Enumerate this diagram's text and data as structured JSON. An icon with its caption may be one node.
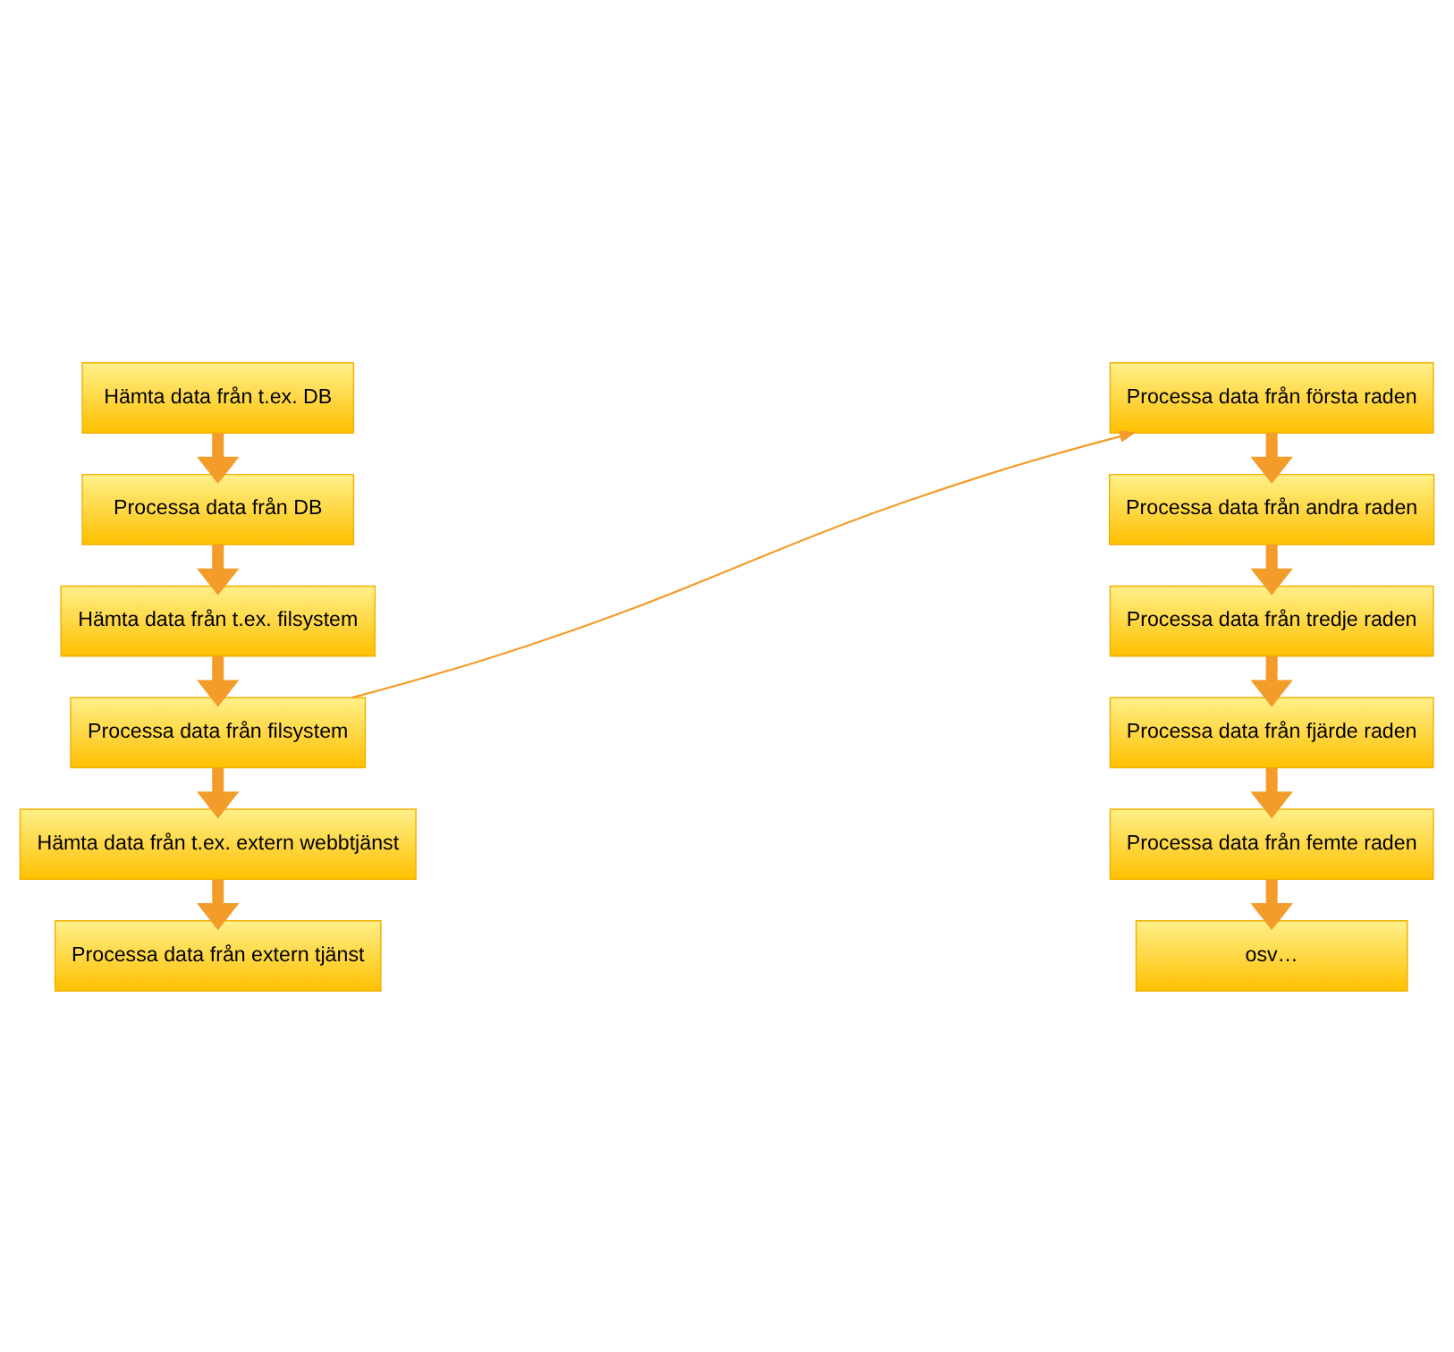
{
  "diagram": {
    "nodes": [
      {
        "text": [
          "Hämta data från t.ex. DB"
        ]
      },
      {
        "text": [
          "Processa data från DB"
        ]
      },
      {
        "text": [
          "Hämta data från t.ex. filsystem"
        ]
      },
      {
        "text": [
          "Processa data från filsystem"
        ]
      },
      {
        "text": [
          "Hämta data från t.ex. extern webbtjänst"
        ]
      },
      {
        "text": [
          "Processa data från extern tjänst"
        ]
      },
      {
        "text": [
          "Processa data från första raden"
        ]
      },
      {
        "text": [
          "Processa data från andra raden"
        ]
      },
      {
        "text": [
          "Processa data från tredje raden"
        ]
      },
      {
        "text": [
          "Processa data från fjärde raden"
        ]
      },
      {
        "text": [
          "Processa data från femte raden"
        ]
      },
      {
        "text": [
          "osv…"
        ]
      }
    ],
    "edges": [
      {
        "from": 0,
        "to": 1,
        "arrow": "to"
      },
      {
        "from": 1,
        "to": 2,
        "arrow": "to"
      },
      {
        "from": 2,
        "to": 3,
        "arrow": "to"
      },
      {
        "from": 3,
        "to": 4,
        "arrow": "to"
      },
      {
        "from": 4,
        "to": 5,
        "arrow": "to"
      },
      {
        "from": 3,
        "to": 6,
        "arrow": "to"
      },
      {
        "from": 6,
        "to": 7,
        "arrow": "to"
      },
      {
        "from": 7,
        "to": 8,
        "arrow": "to"
      },
      {
        "from": 8,
        "to": 9,
        "arrow": "to"
      },
      {
        "from": 9,
        "to": 10,
        "arrow": "to"
      },
      {
        "from": 10,
        "to": 11,
        "arrow": "to"
      }
    ]
  }
}
